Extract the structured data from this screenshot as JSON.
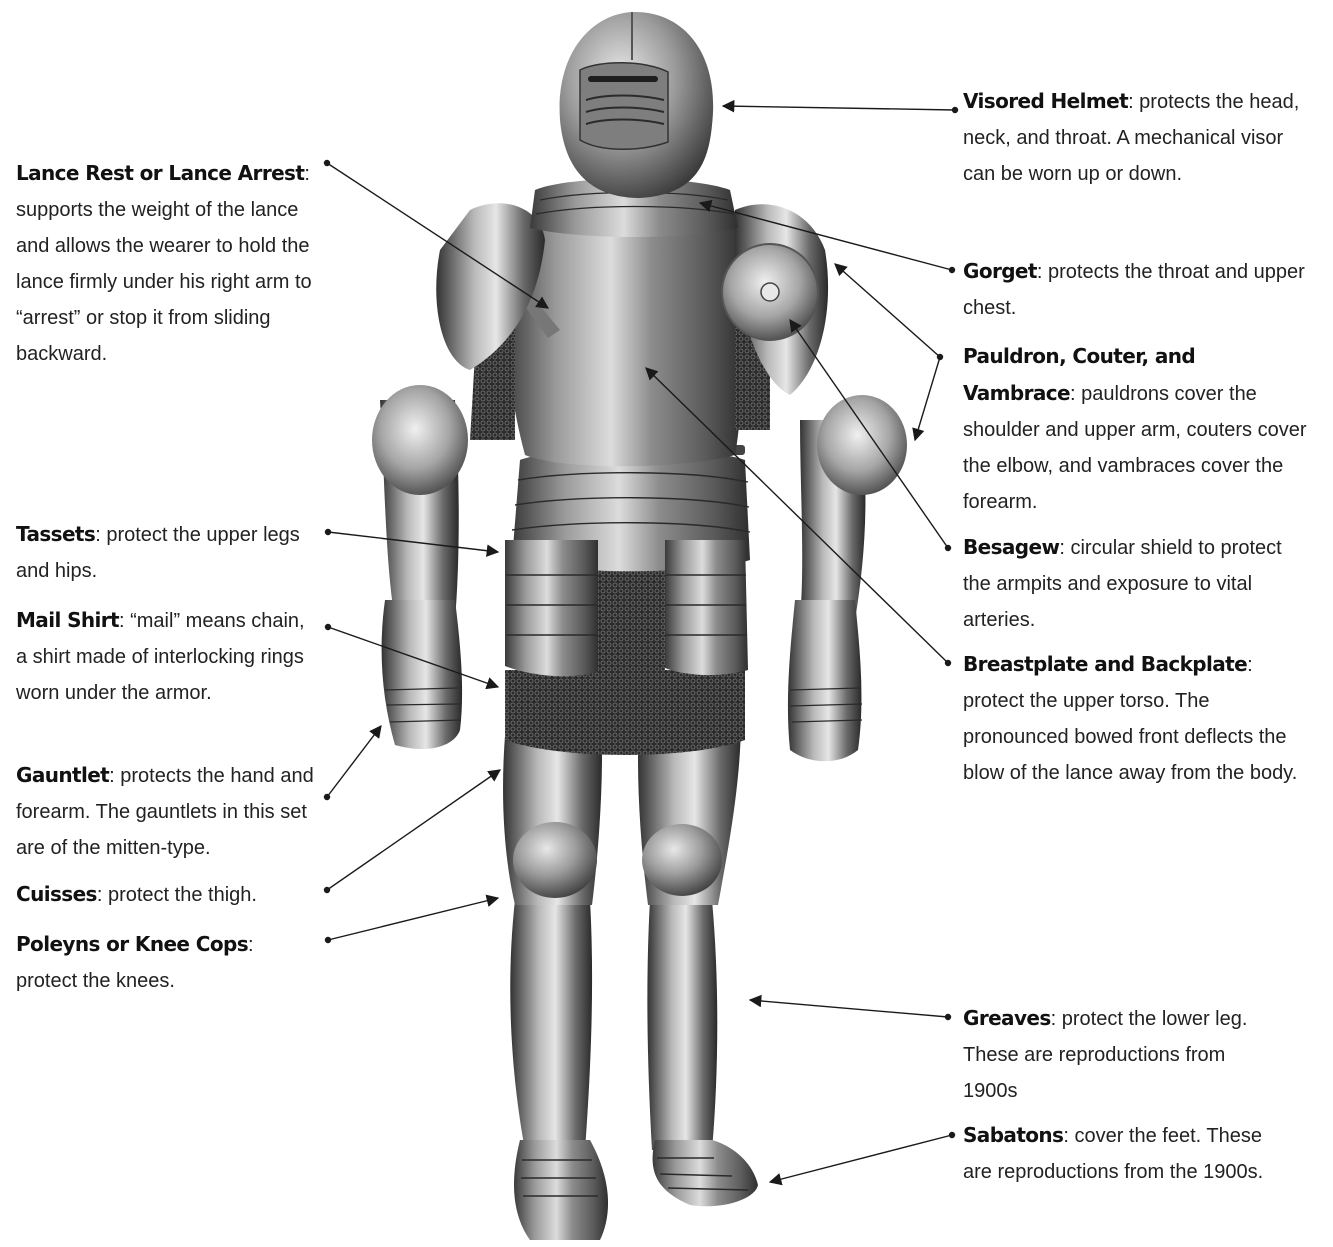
{
  "labels": [
    {
      "term": "Lance Rest or Lance Arrest",
      "desc": ": supports the weight of the lance and allows the wearer to hold the lance firmly under his right arm to “arrest” or stop it from sliding backward."
    },
    {
      "term": "Tassets",
      "desc": ": protect the upper legs and hips."
    },
    {
      "term": "Mail Shirt",
      "desc": ": “mail” means chain, a shirt made of interlocking rings worn under the armor."
    },
    {
      "term": "Gauntlet",
      "desc": ": protects the hand and forearm. The gauntlets in this set are of the mitten-type."
    },
    {
      "term": "Cuisses",
      "desc": ": protect the thigh."
    },
    {
      "term": "Poleyns or Knee Cops",
      "desc": ": protect the knees."
    },
    {
      "term": "Visored Helmet",
      "desc": ": protects the head, neck, and throat. A mechanical visor can be worn up or down."
    },
    {
      "term": "Gorget",
      "desc": ": protects the throat and upper chest."
    },
    {
      "term": "Pauldron, Couter, and Vambrace",
      "desc": ": pauldrons cover the shoulder and upper arm, couters cover the elbow, and vambraces cover the forearm."
    },
    {
      "term": "Besagew",
      "desc": ": circular shield to protect the armpits and exposure to vital arteries."
    },
    {
      "term": "Breastplate and Backplate",
      "desc": ": protect the upper torso. The pronounced bowed front deflects the blow of the lance away from the body."
    },
    {
      "term": "Greaves",
      "desc": ": protect the lower leg. These are reproductions from 1900s"
    },
    {
      "term": "Sabatons",
      "desc": ": cover the feet. These are reproductions from the 1900s."
    }
  ],
  "colors": {
    "text": "#222222",
    "term": "#111111",
    "line": "#1a1a1a",
    "steel_light": "#d7d7d7",
    "steel_mid": "#8e8e8e",
    "steel_dark": "#3b3b3b",
    "mail": "#2e2e2e",
    "background": "#ffffff"
  }
}
